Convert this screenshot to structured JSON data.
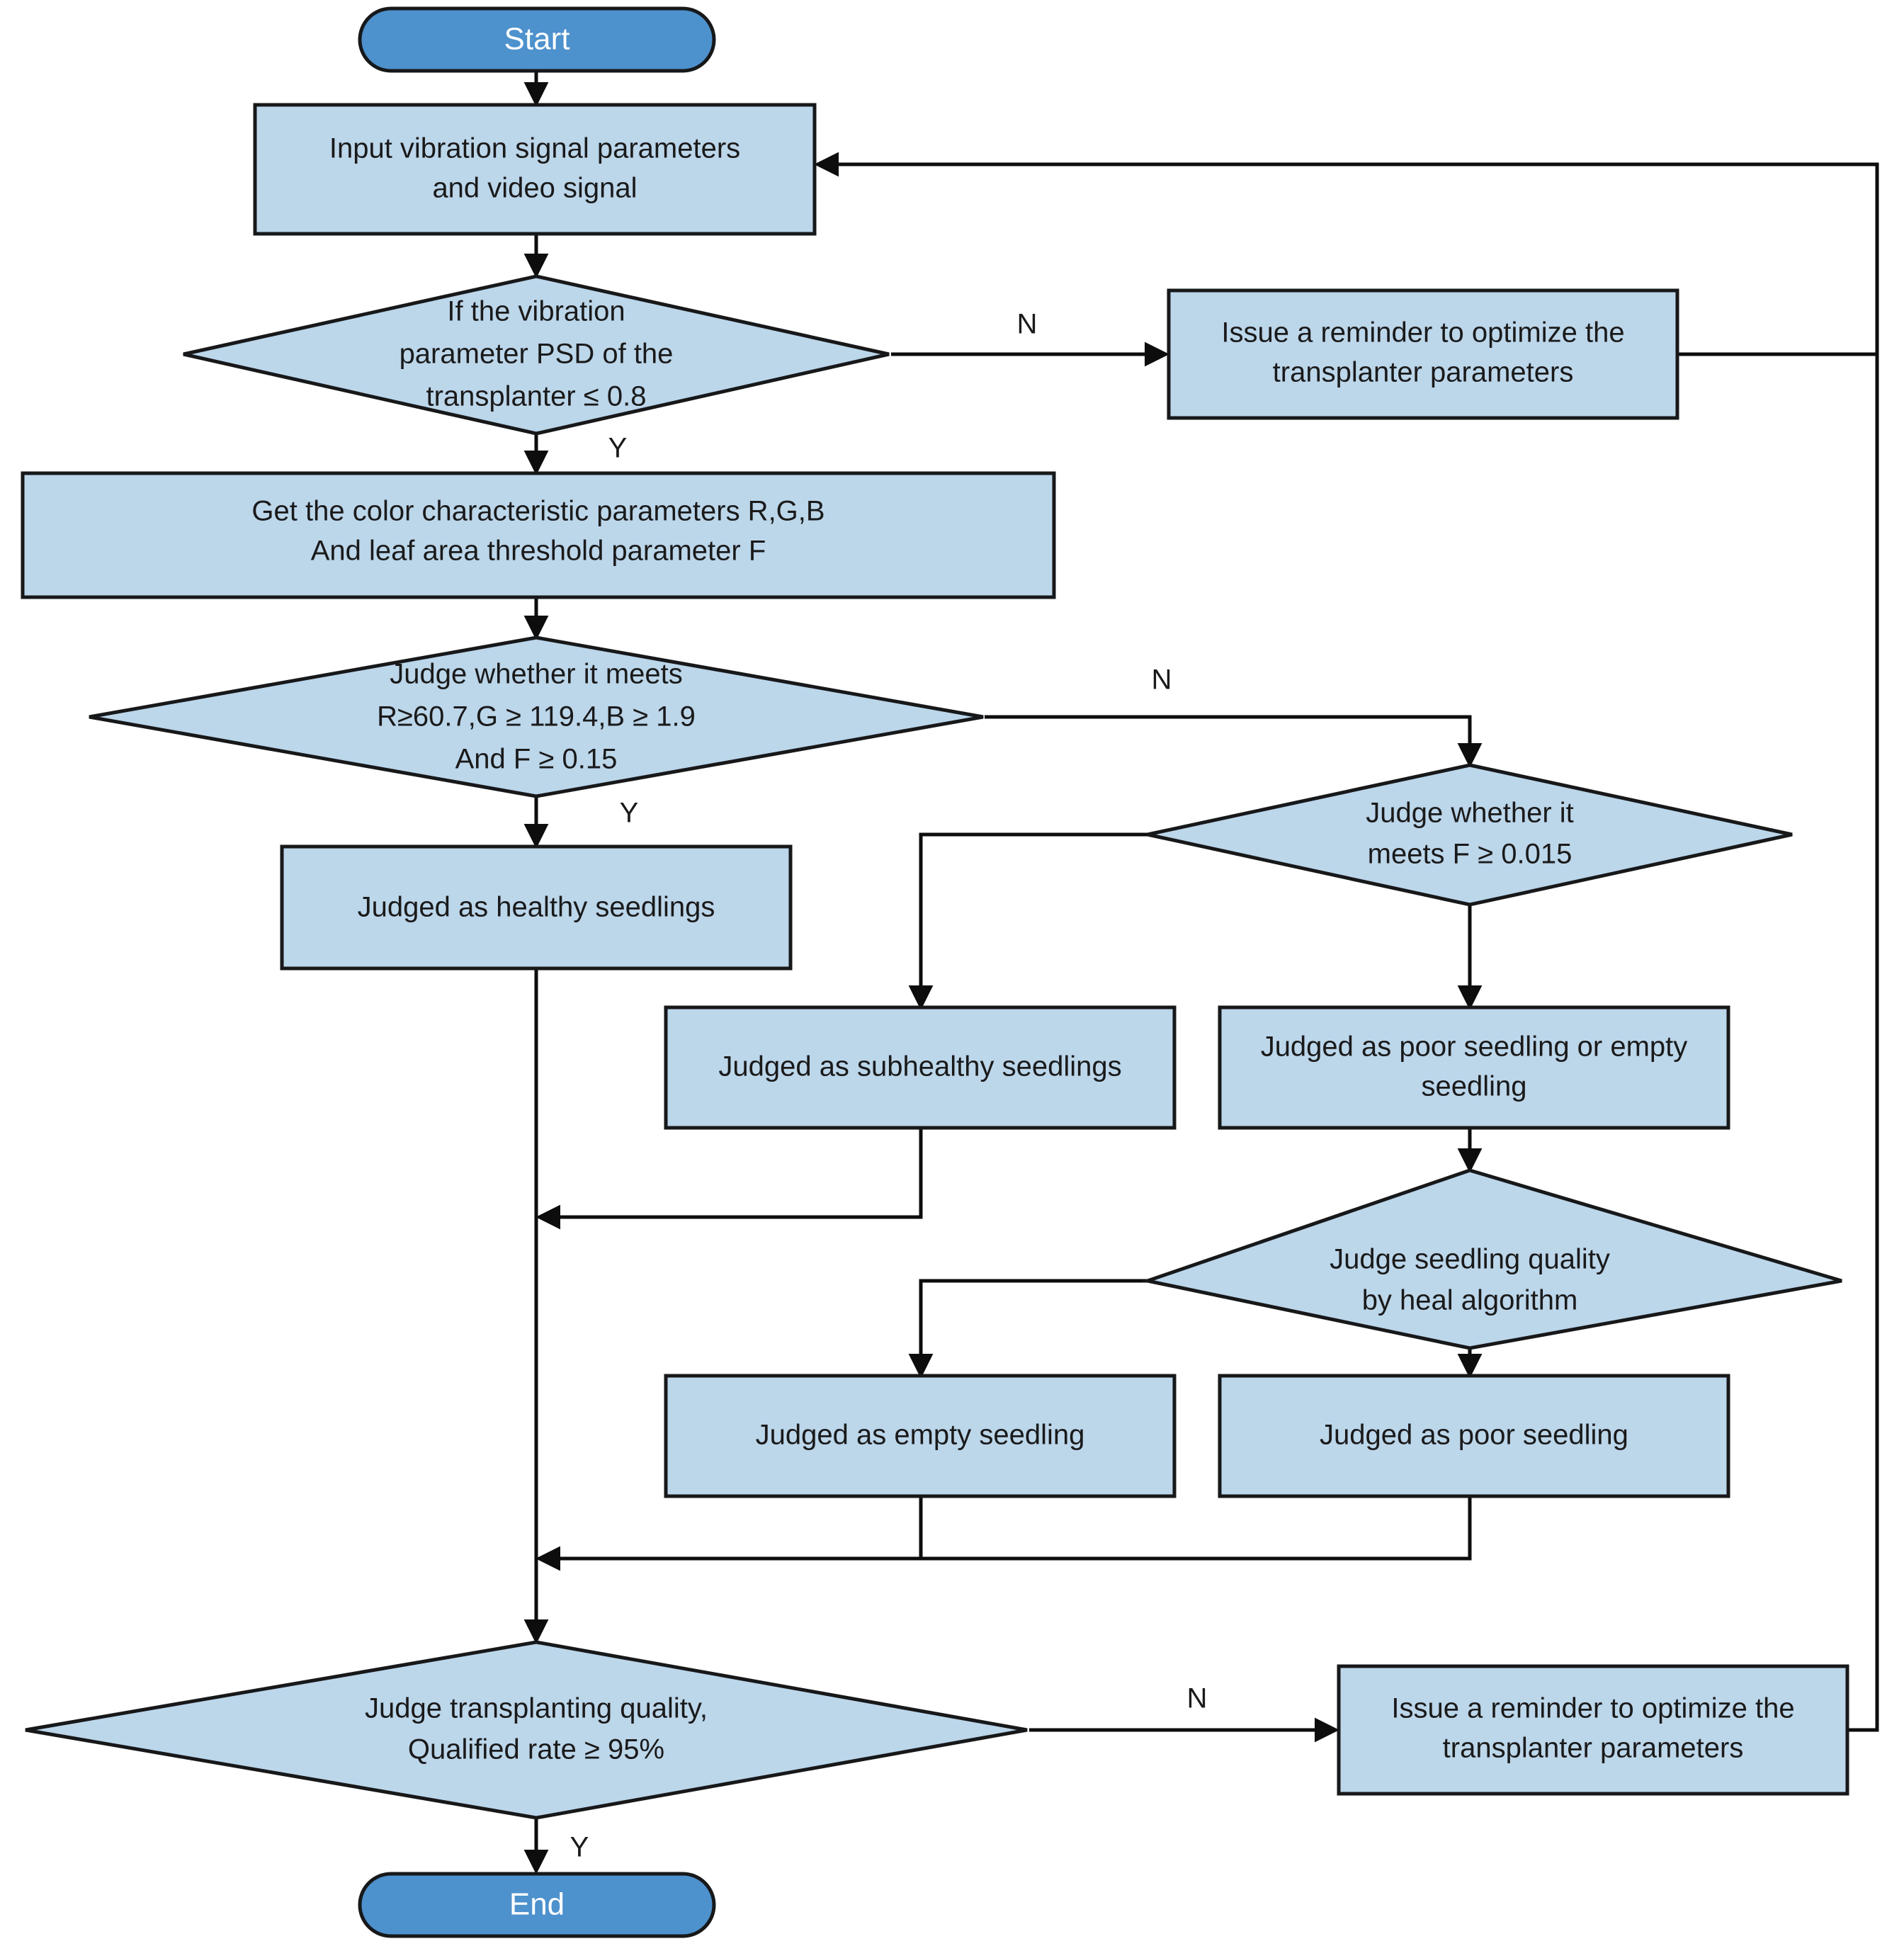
{
  "diagram": {
    "title": "Seedling quality and transplanting control flowchart",
    "colors": {
      "process_fill": "#bcd6ea",
      "decision_fill": "#bcd6ea",
      "terminator_fill": "#4d91cd",
      "stroke": "#17181a",
      "terminator_text": "#ffffff",
      "node_text": "#1a1a1a",
      "background": "#ffffff"
    },
    "nodes": {
      "start": {
        "type": "terminator",
        "label": "Start"
      },
      "input": {
        "type": "process",
        "line1": "Input vibration signal parameters",
        "line2": "and video signal"
      },
      "psd_decision": {
        "type": "decision",
        "line1": "If the vibration",
        "line2": "parameter PSD of the",
        "line3": "transplanter ≤ 0.8"
      },
      "reminder_top": {
        "type": "process",
        "line1": "Issue a reminder to optimize the",
        "line2": "transplanter parameters"
      },
      "color_params": {
        "type": "process",
        "line1": "Get the color characteristic parameters R,G,B",
        "line2": "And leaf area threshold parameter F"
      },
      "rgb_decision": {
        "type": "decision",
        "line1": "Judge whether it meets",
        "line2": "R≥60.7,G ≥ 119.4,B ≥ 1.9",
        "line3": "And F ≥ 0.15"
      },
      "f_decision": {
        "type": "decision",
        "line1": "Judge whether it",
        "line2": "meets F ≥ 0.015"
      },
      "healthy": {
        "type": "process",
        "line1": "Judged as healthy seedlings"
      },
      "subhealthy": {
        "type": "process",
        "line1": "Judged as subhealthy seedlings"
      },
      "poor_or_empty": {
        "type": "process",
        "line1": "Judged as poor seedling or empty",
        "line2": "seedling"
      },
      "heal_decision": {
        "type": "decision",
        "line1": "Judge seedling quality",
        "line2": "by heal algorithm"
      },
      "empty_seedling": {
        "type": "process",
        "line1": "Judged as empty seedling"
      },
      "poor_seedling": {
        "type": "process",
        "line1": "Judged as poor seedling"
      },
      "quality_decision": {
        "type": "decision",
        "line1": "Judge transplanting quality,",
        "line2": "Qualified rate ≥ 95%"
      },
      "reminder_bottom": {
        "type": "process",
        "line1": "Issue a reminder to optimize the",
        "line2": "transplanter parameters"
      },
      "end": {
        "type": "terminator",
        "label": "End"
      }
    },
    "edge_labels": {
      "psd_no": "N",
      "psd_yes": "Y",
      "rgb_no": "N",
      "rgb_yes": "Y",
      "quality_no": "N",
      "quality_yes": "Y"
    }
  }
}
